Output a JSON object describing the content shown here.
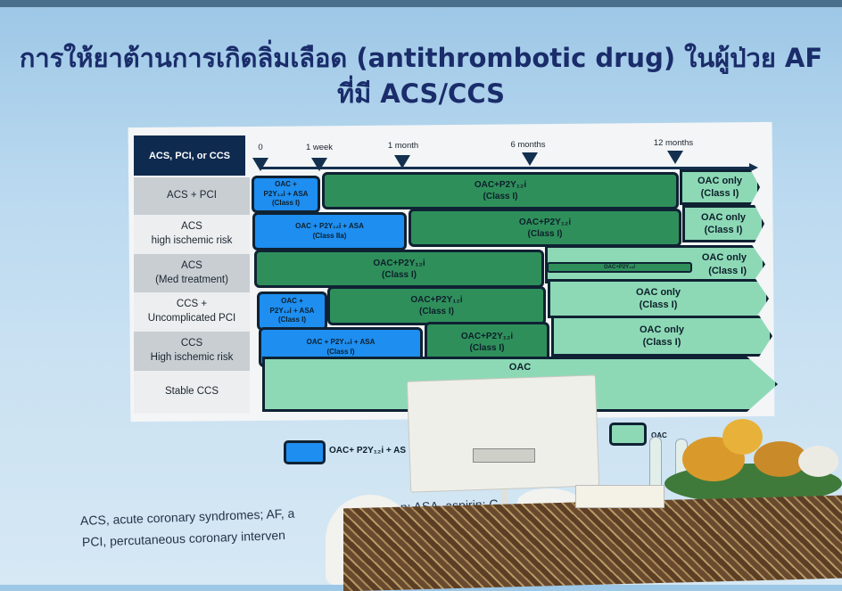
{
  "slide": {
    "title_line1": "การให้ยาต้านการเกิดลิ่มเลือด (antithrombotic drug) ในผู้ป่วย AF",
    "title_line2": "ที่มี ACS/CCS",
    "header_label": "ACS, PCI, or CCS",
    "timeline": [
      "0",
      "1 week",
      "1 month",
      "6 months",
      "12 months"
    ],
    "rows": [
      {
        "label1": "ACS + PCI",
        "label2": ""
      },
      {
        "label1": "ACS",
        "label2": "high ischemic risk"
      },
      {
        "label1": "ACS",
        "label2": "(Med treatment)"
      },
      {
        "label1": "CCS +",
        "label2": "Uncomplicated PCI"
      },
      {
        "label1": "CCS",
        "label2": "High ischemic risk"
      },
      {
        "label1": "Stable CCS",
        "label2": ""
      }
    ],
    "bars": {
      "r1_blue": {
        "l1": "OAC +",
        "l2": "P2Y₁₂i + ASA",
        "l3": "(Class I)"
      },
      "r1_green": {
        "l1": "OAC+P2Y₁₂i",
        "l2": "(Class I)"
      },
      "r1_light": {
        "l1": "OAC only",
        "l2": "(Class I)"
      },
      "r2_blue": {
        "l1": "OAC + P2Y₁₂i + ASA",
        "l2": "(Class IIa)"
      },
      "r2_green": {
        "l1": "OAC+P2Y₁₂i",
        "l2": "(Class I)"
      },
      "r2_light": {
        "l1": "OAC only",
        "l2": "(Class I)"
      },
      "r3_green": {
        "l1": "OAC+P2Y₁₂i",
        "l2": "(Class I)"
      },
      "r3_mini": "OAC+P2Y₁₂i",
      "r3_light": {
        "l1": "OAC only",
        "l2": "(Class I)"
      },
      "r4_blue": {
        "l1": "OAC +",
        "l2": "P2Y₁₂i + ASA",
        "l3": "(Class I)"
      },
      "r4_green": {
        "l1": "OAC+P2Y₁₂i",
        "l2": "(Class I)"
      },
      "r4_light": {
        "l1": "OAC only",
        "l2": "(Class I)"
      },
      "r5_blue": {
        "l1": "OAC + P2Y₁₂i + ASA",
        "l2": "(Class I)"
      },
      "r5_green": {
        "l1": "OAC+P2Y₁₂i",
        "l2": "(Class I)"
      },
      "r5_light": {
        "l1": "OAC only",
        "l2": "(Class I)"
      },
      "r6_light": {
        "l1": "OAC"
      }
    },
    "legend": {
      "blue_label": "OAC+ P2Y₁₂i + AS",
      "light_label": "OAC"
    },
    "footnote_line1": "ACS, acute coronary syndromes; AF, a",
    "footnote_line1b": "llation; ASA, aspirin; C",
    "footnote_line2": "PCI, percutaneous coronary interven",
    "colors": {
      "blue": "#1e8ef0",
      "green": "#2f8f5b",
      "light": "#8dd9b6",
      "navy": "#0f2a4f"
    }
  }
}
